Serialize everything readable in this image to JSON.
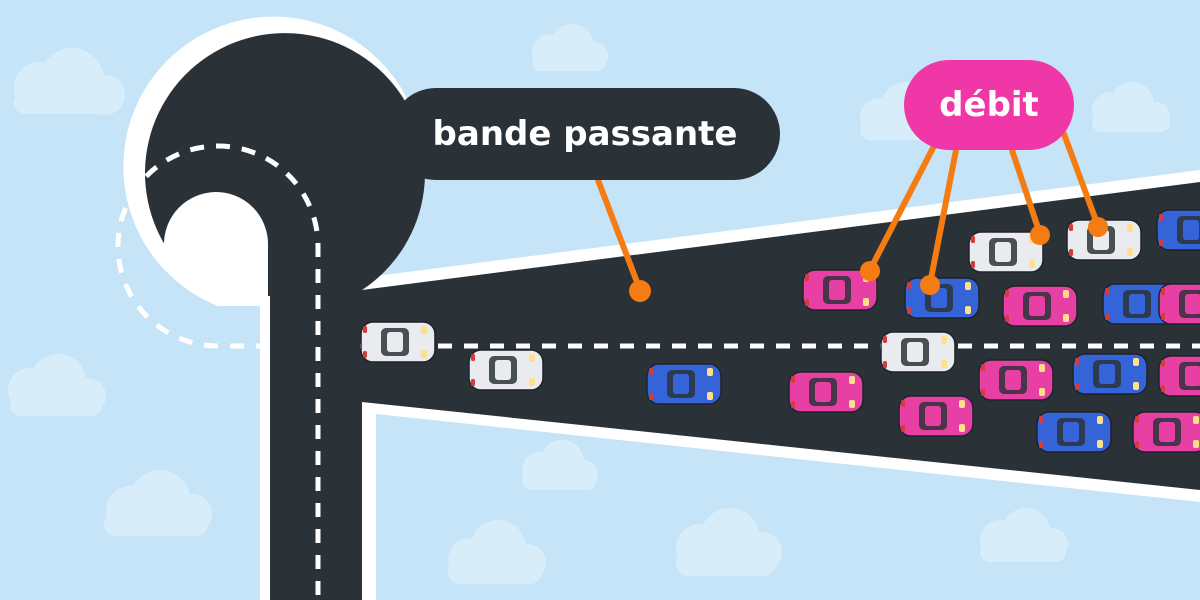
{
  "labels": {
    "bandwidth": "bande passante",
    "throughput": "débit"
  },
  "colors": {
    "sky": "#c5e4f7",
    "cloud": "#d8edfa",
    "road": "#2a3238",
    "road_edge": "#ffffff",
    "connector": "#f57c12",
    "bandwidth_pill": "#2a3238",
    "throughput_pill": "#ef37a7",
    "car_pink": "#e83fa5",
    "car_blue": "#3564d9",
    "car_white": "#e9ebee"
  },
  "cars": [
    {
      "color": "white"
    },
    {
      "color": "white"
    },
    {
      "color": "blue"
    },
    {
      "color": "pink"
    },
    {
      "color": "white"
    },
    {
      "color": "white"
    },
    {
      "color": "blue"
    },
    {
      "color": "pink"
    },
    {
      "color": "blue"
    },
    {
      "color": "pink"
    },
    {
      "color": "pink"
    },
    {
      "color": "white"
    },
    {
      "color": "pink"
    },
    {
      "color": "blue"
    },
    {
      "color": "blue"
    },
    {
      "color": "pink"
    },
    {
      "color": "pink"
    },
    {
      "color": "blue"
    },
    {
      "color": "pink"
    }
  ]
}
